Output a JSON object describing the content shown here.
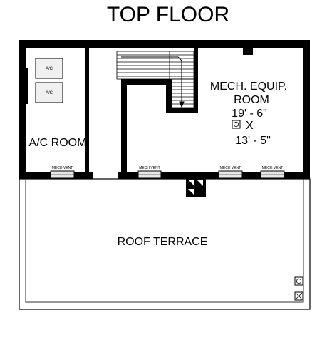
{
  "title": "TOP FLOOR",
  "rooms": {
    "ac_room": "A/C ROOM",
    "mech_room_line1": "MECH. EQUIP.",
    "mech_room_line2": "ROOM",
    "mech_dim_1": "19' - 6\"",
    "mech_dim_x": "X",
    "mech_dim_2": "13' - 5\"",
    "roof_terrace": "ROOF TERRACE"
  },
  "ac_units": [
    "A/C",
    "A/C"
  ],
  "vents": [
    "MECH VENT",
    "MECH VENT",
    "MECH VENT",
    "MECH VENT"
  ],
  "colors": {
    "wall": "#000000",
    "background": "#ffffff",
    "vent_fill": "#e6e6e6"
  }
}
